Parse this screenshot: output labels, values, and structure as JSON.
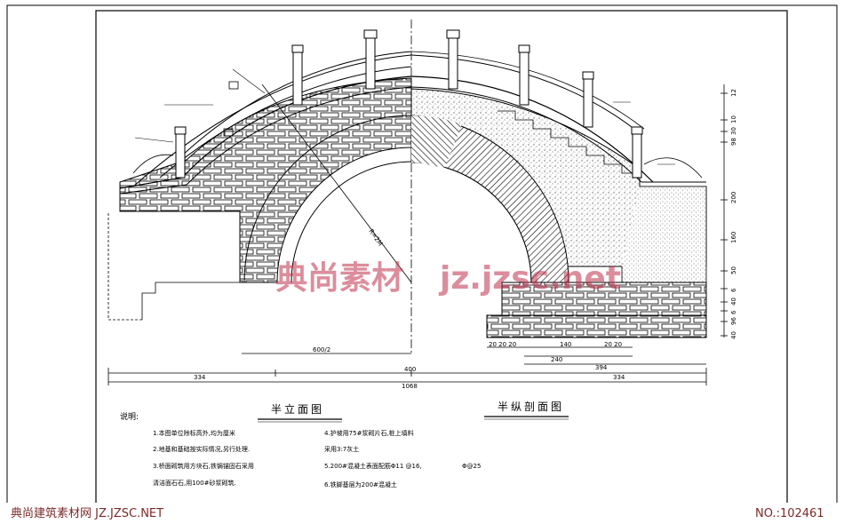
{
  "annotations": {
    "radius": "R=2M",
    "callouts": [
      "□",
      "□"
    ]
  },
  "dims": {
    "half_span": "600/2",
    "left_width": "334",
    "center_width": "400",
    "right_width": "334",
    "total_width": "1068",
    "right_sub1": "20 20 20",
    "right_sub2": "140",
    "right_sub3": "20 20",
    "right_sub4": "240",
    "right_sub5": "394",
    "vertical": [
      "12",
      "10",
      "30",
      "98",
      "200",
      "160",
      "50",
      "6",
      "40",
      "6",
      "96",
      "40"
    ]
  },
  "titles": {
    "left": "半立面图",
    "right": "半纵剖面图"
  },
  "notes": {
    "heading": "说明:",
    "items": [
      "1.本图单位除标高外,均为厘米",
      "2.地基和基础按实际情况,另行处理.",
      "3.桥面砌筑用方块石,铁锔锚固石采用",
      "  清洁面石石,用100#砂浆砌筑.",
      "4.护坡用75#浆砌片石,桩上填料",
      "  采用3:7灰土",
      "5.200#混凝土表面配筋Φ11 @16,",
      "6.铁脚基层为200#混凝土"
    ],
    "item5_extra": "Φ@25"
  },
  "watermark": {
    "cn": "典尚素材",
    "url": "jz.jzsc.net"
  },
  "footer": {
    "left": "典尚建筑素材网 JZ.JZSC.NET",
    "right": "NO.:102461"
  }
}
